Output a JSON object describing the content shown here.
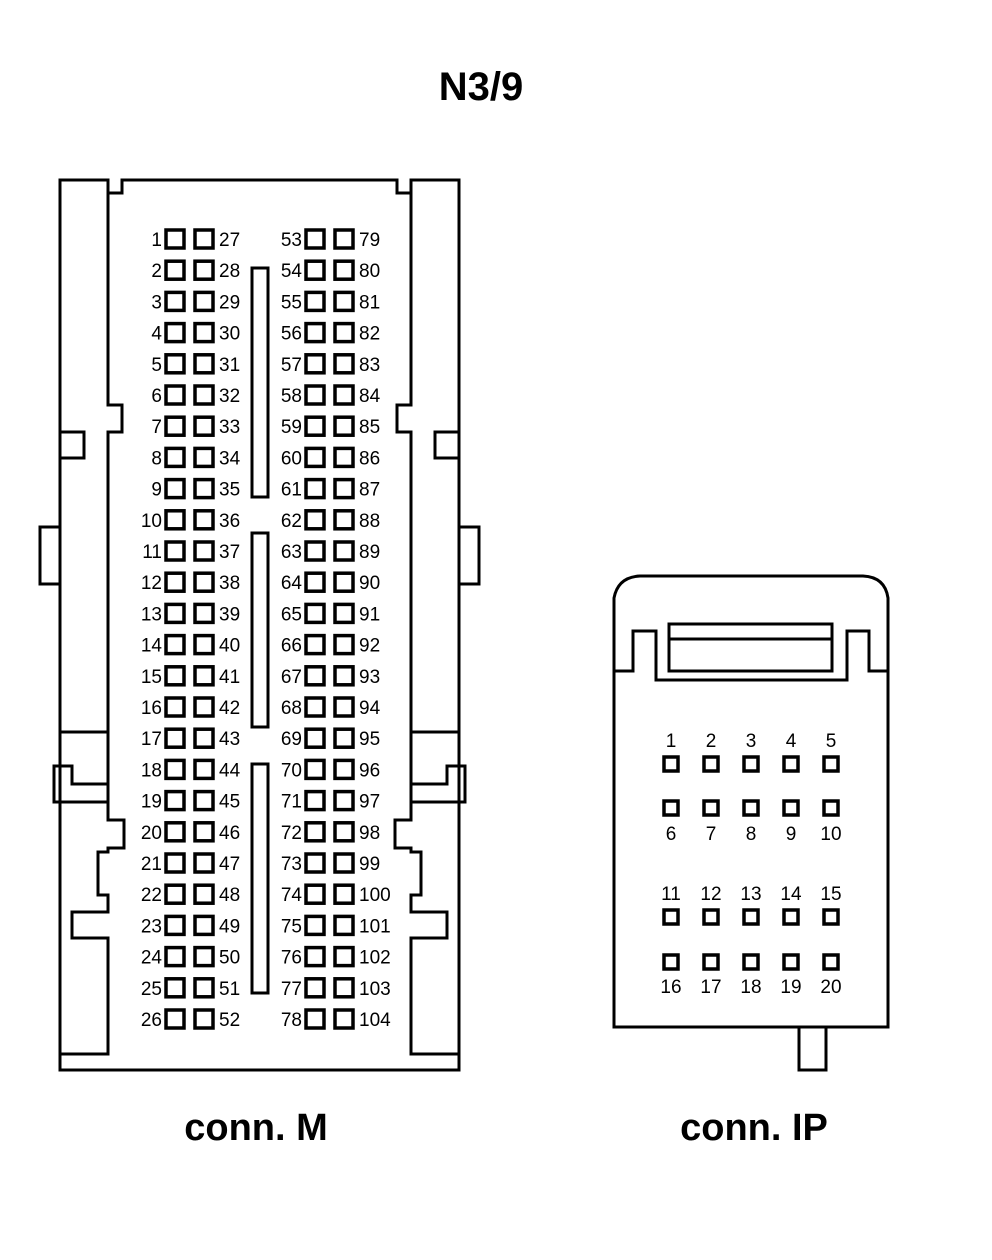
{
  "title": "N3/9",
  "connectors": [
    {
      "id": "M",
      "label": "conn. M",
      "pin_count": 104,
      "pins_first": 1,
      "pins_last": 104
    },
    {
      "id": "IP",
      "label": "conn. IP",
      "pin_count": 20,
      "pins_first": 1,
      "pins_last": 20
    }
  ],
  "colors": {
    "line": "#000000",
    "background": "#ffffff"
  }
}
